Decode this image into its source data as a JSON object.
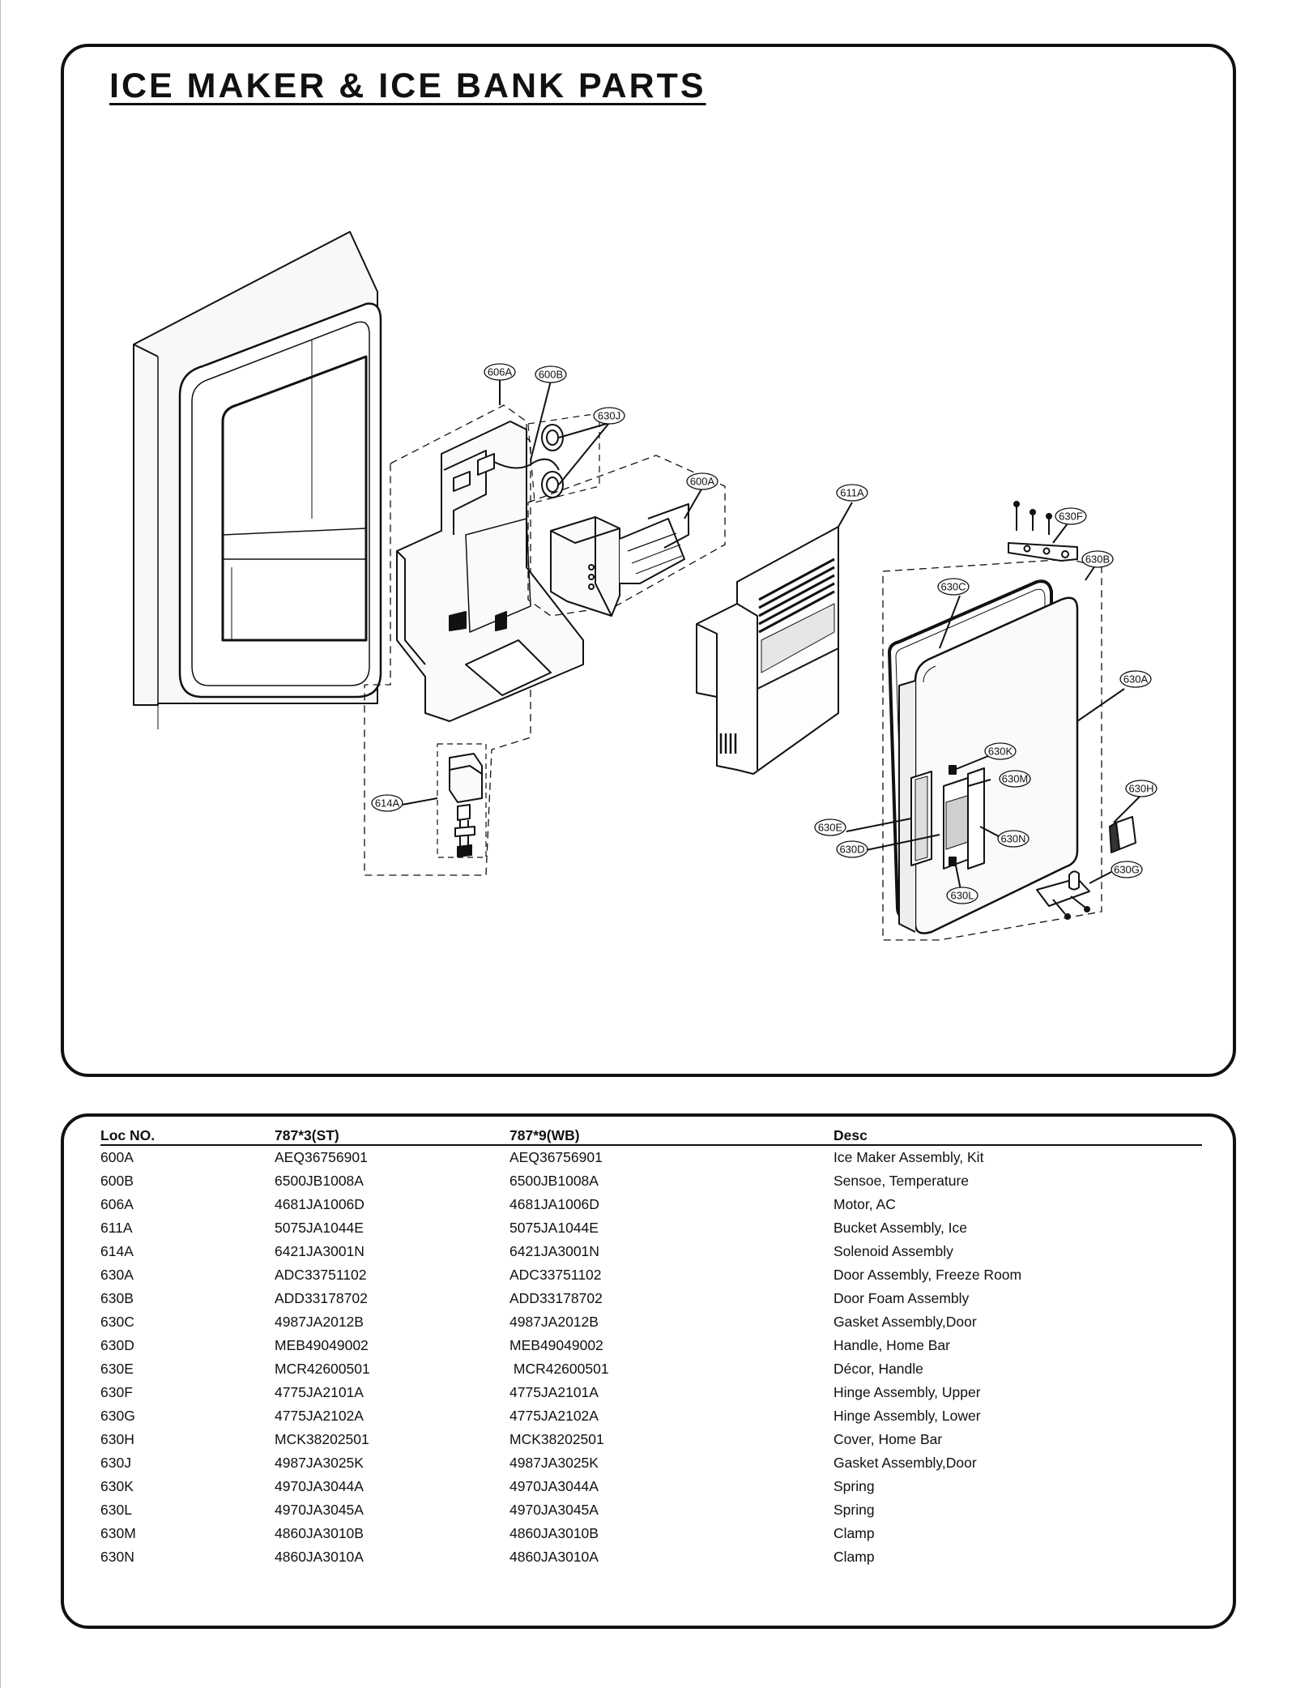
{
  "title": "ICE MAKER & ICE BANK PARTS",
  "callouts": [
    "606A",
    "600B",
    "630J",
    "600A",
    "611A",
    "630F",
    "630B",
    "630C",
    "630A",
    "630K",
    "630M",
    "630H",
    "614A",
    "630E",
    "630D",
    "630N",
    "630G",
    "630L"
  ],
  "table": {
    "headers": [
      "Loc NO.",
      "787*3(ST)",
      "787*9(WB)",
      "Desc"
    ],
    "rows": [
      [
        "600A",
        "AEQ36756901",
        "AEQ36756901",
        "Ice Maker Assembly, Kit"
      ],
      [
        "600B",
        "6500JB1008A",
        "6500JB1008A",
        "Sensoe, Temperature"
      ],
      [
        "606A",
        "4681JA1006D",
        "4681JA1006D",
        "Motor, AC"
      ],
      [
        "611A",
        "5075JA1044E",
        "5075JA1044E",
        "Bucket Assembly, Ice"
      ],
      [
        "614A",
        "6421JA3001N",
        "6421JA3001N",
        "Solenoid Assembly"
      ],
      [
        "630A",
        "ADC33751102",
        "ADC33751102",
        "Door Assembly, Freeze Room"
      ],
      [
        "630B",
        "ADD33178702",
        "ADD33178702",
        "Door Foam Assembly"
      ],
      [
        "630C",
        "4987JA2012B",
        "4987JA2012B",
        "Gasket Assembly,Door"
      ],
      [
        "630D",
        "MEB49049002",
        "MEB49049002",
        "Handle, Home Bar"
      ],
      [
        "630E",
        "MCR42600501",
        " MCR42600501",
        "Décor, Handle"
      ],
      [
        "630F",
        "4775JA2101A",
        "4775JA2101A",
        "Hinge Assembly, Upper"
      ],
      [
        "630G",
        "4775JA2102A",
        "4775JA2102A",
        "Hinge Assembly, Lower"
      ],
      [
        "630H",
        "MCK38202501",
        "MCK38202501",
        "Cover, Home Bar"
      ],
      [
        "630J",
        "4987JA3025K",
        "4987JA3025K",
        "Gasket Assembly,Door"
      ],
      [
        "630K",
        "4970JA3044A",
        "4970JA3044A",
        "Spring"
      ],
      [
        "630L",
        "4970JA3045A",
        "4970JA3045A",
        "Spring"
      ],
      [
        "630M",
        "4860JA3010B",
        "4860JA3010B",
        "Clamp"
      ],
      [
        "630N",
        "4860JA3010A",
        "4860JA3010A",
        "Clamp"
      ]
    ]
  }
}
